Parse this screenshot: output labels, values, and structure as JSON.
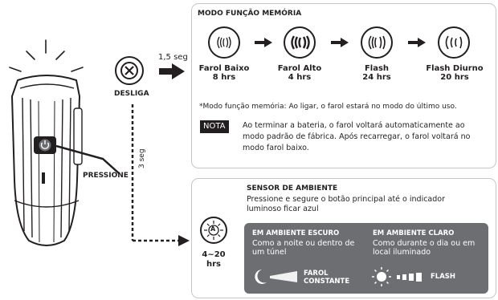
{
  "memory": {
    "title": "MODO FUNÇÃO MEMÓRIA",
    "modes": [
      {
        "name": "Farol Baixo",
        "time": "8 hrs",
        "icon": "low-beam-icon"
      },
      {
        "name": "Farol Alto",
        "time": "4 hrs",
        "icon": "high-beam-icon"
      },
      {
        "name": "Flash",
        "time": "24 hrs",
        "icon": "flash-icon"
      },
      {
        "name": "Flash Diurno",
        "time": "20 hrs",
        "icon": "day-flash-icon"
      }
    ],
    "note_line": "*Modo função memória: Ao ligar, o farol estará no modo do último uso.",
    "nota_badge": "NOTA",
    "nota_text": "Ao terminar a bateria, o farol voltará automaticamente ao modo padrão de fábrica. Após recarregar, o farol voltará no modo farol baixo."
  },
  "off": {
    "label": "DESLIGA",
    "timing": "1,5 seg",
    "icon": "close-icon"
  },
  "device": {
    "press_label": "PRESSIONE",
    "hold_timing": "3 seg",
    "icon": "power-icon"
  },
  "sensor": {
    "title": "SENSOR DE AMBIENTE",
    "desc": "Pressione e segure o botão principal até o indicador luminoso ficar azul",
    "badge_letter": "A",
    "runtime": "4~20",
    "runtime_unit": "hrs",
    "dark_env": {
      "title": "EM AMBIENTE ESCURO",
      "desc": "Como a noite ou dentro de um túnel",
      "mode_line1": "FAROL",
      "mode_line2": "CONSTANTE",
      "icon": "moon-icon"
    },
    "light_env": {
      "title": "EM AMBIENTE CLARO",
      "desc": "Como durante o dia ou em local iluminado",
      "mode": "FLASH",
      "icon": "sun-icon"
    }
  },
  "colors": {
    "ink": "#231f20",
    "panel": "#6d6e71",
    "border": "#c6c6c6"
  }
}
